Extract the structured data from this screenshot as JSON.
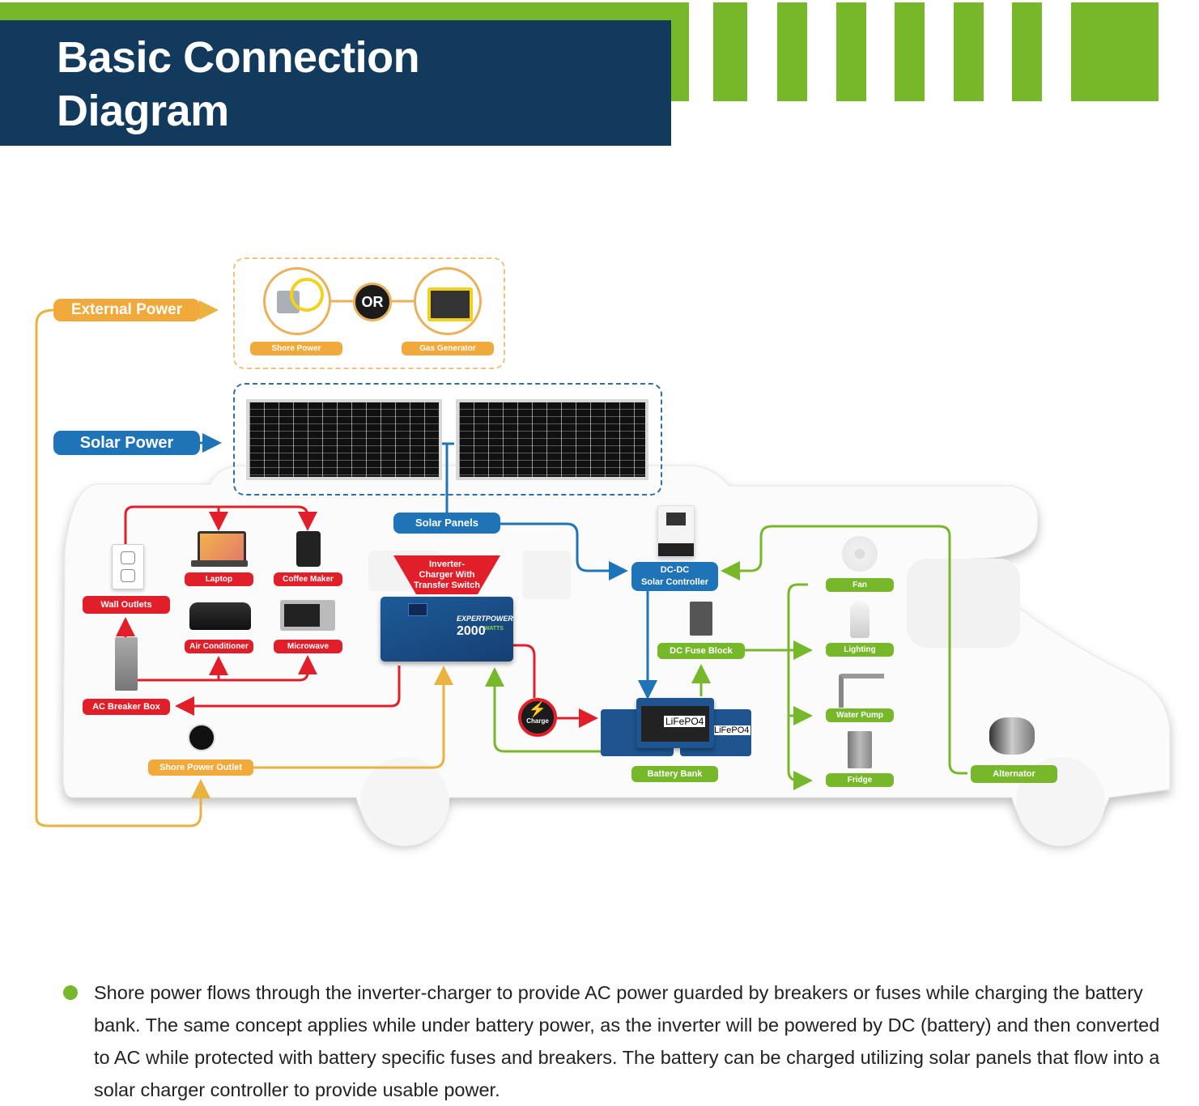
{
  "header": {
    "title_line1": "Basic Connection",
    "title_line2": "Diagram",
    "colors": {
      "navy": "#113a5c",
      "green": "#77b82a"
    }
  },
  "diagram": {
    "sources": {
      "external_power": "External Power",
      "solar_power": "Solar Power",
      "shore_power": "Shore Power",
      "or": "OR",
      "gas_generator": "Gas Generator"
    },
    "ac_loads": {
      "wall_outlets": "Wall Outlets",
      "laptop": "Laptop",
      "coffee_maker": "Coffee Maker",
      "air_conditioner": "Air Conditioner",
      "microwave": "Microwave",
      "ac_breaker_box": "AC Breaker Box",
      "shore_power_outlet": "Shore Power Outlet"
    },
    "core": {
      "solar_panels": "Solar Panels",
      "inverter_label": "Inverter-Charger With Transfer Switch",
      "inverter_brand": "EXPERTPOWER",
      "inverter_watts": "2000",
      "inverter_watts_unit": "WATTS",
      "dc_controller_line1": "DC-DC",
      "dc_controller_line2": "Solar Controller",
      "dc_fuse_block": "DC Fuse Block",
      "charge": "Charge",
      "battery_text": "LiFePO4",
      "battery_bank": "Battery Bank"
    },
    "dc_loads": {
      "fan": "Fan",
      "lighting": "Lighting",
      "water_pump": "Water Pump",
      "fridge": "Fridge",
      "alternator": "Alternator"
    },
    "colors": {
      "ac": "#e11f2a",
      "dc": "#76b82a",
      "solar": "#1f74b8",
      "external": "#f2a93b"
    }
  },
  "description": "Shore power flows through the inverter-charger to provide AC power guarded by breakers or fuses while charging the battery bank. The same concept applies while under battery power, as the inverter will be powered by DC (battery) and then converted to AC while protected with battery specific fuses and breakers. The battery can be charged utilizing solar panels that flow into a solar charger controller to provide usable power."
}
